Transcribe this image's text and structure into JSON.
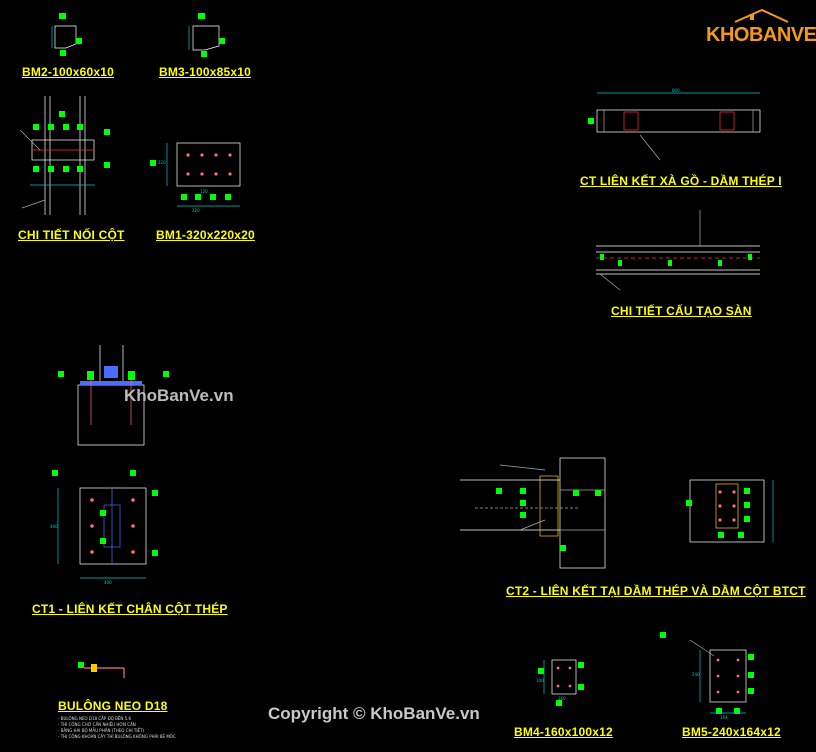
{
  "titles": {
    "bm2": "BM2-100x60x10",
    "bm3": "BM3-100x85x10",
    "noi_cot": "CHI TIẾT NỐI CỘT",
    "bm1": "BM1-320x220x20",
    "ct_xa_go": "CT LIÊN KẾT XÀ GỒ - DẦM THÉP I",
    "cau_tao_san": "CHI TIẾT CẤU TẠO SÀN",
    "ct1": "CT1 - LIÊN KẾT CHÂN CỘT THÉP",
    "ct2": "CT2 - LIÊN KẾT TẠI DẦM THÉP VÀ DẦM CỘT BTCT",
    "bulong": "BULÔNG NEO D18",
    "bm4": "BM4-160x100x12",
    "bm5": "BM5-240x164x12"
  },
  "watermarks": {
    "center": "KhoBanVe.vn",
    "copyright": "Copyright © KhoBanVe.vn",
    "logo": "KHOBANVE"
  },
  "dims": {
    "bm1_width": "320",
    "bm1_height": "220",
    "bm1_inner": "120",
    "ct1_width": "400",
    "ct1_height": "400",
    "xago_span": "800",
    "bm5_width": "240",
    "bm5_inner": "164",
    "bm4_width": "160",
    "bm4_height": "100"
  },
  "notes": {
    "bulong": [
      "- BULÔNG NEO D18 CẤP ĐỘ BỀN 5.6",
      "- THI CÔNG CHỜ CẦN NHIỀU HƠN CẦN",
      "- BẰNG HAI BỘ MẪU PHẦN (THEO CHI TIẾT)",
      "- THI CÔNG KHOAN CẤY THÌ BULÔNG KHÔNG PHẢI BẺ MÓC"
    ]
  },
  "colors": {
    "background": "#000000",
    "title": "#ffff00",
    "steel": "#00ff00",
    "line": "#ffffff",
    "hatch": "#ff3030",
    "dim": "#00c8c8",
    "logo": "#f39a1e"
  }
}
